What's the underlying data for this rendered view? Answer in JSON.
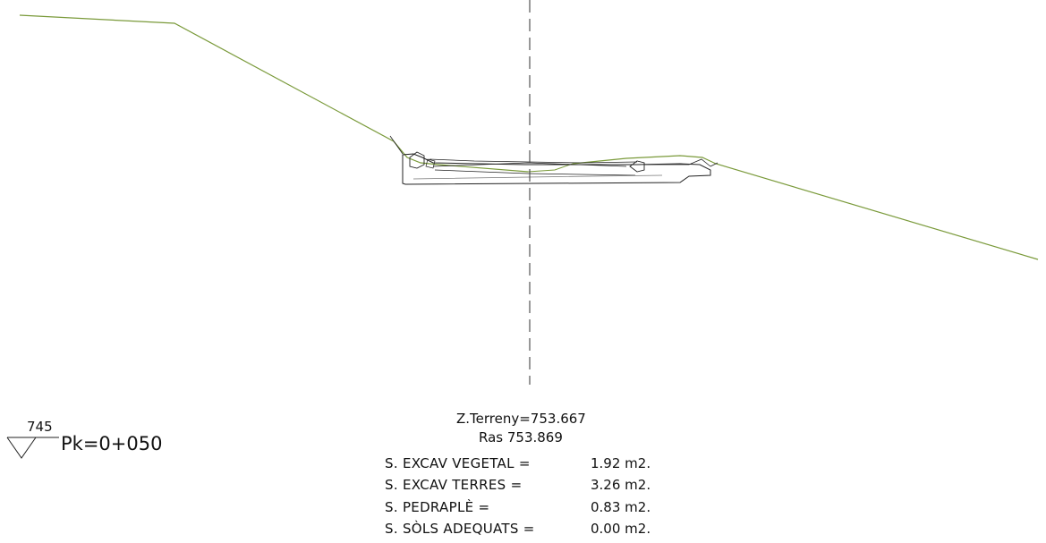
{
  "section": {
    "datum_level": "745",
    "pk": "Pk=0+050",
    "z_terreny": "Z.Terreny=753.667",
    "ras": "Ras 753.869"
  },
  "areas": [
    {
      "label": "S. EXCAV VEGETAL =",
      "value": "1.92 m2."
    },
    {
      "label": "S. EXCAV  TERRES =",
      "value": "3.26 m2."
    },
    {
      "label": "S. PEDRAPLÈ =",
      "value": "0.83 m2."
    },
    {
      "label": "S. SÒLS ADEQUATS =",
      "value": "0.00 m2."
    }
  ],
  "colors": {
    "terrain": "#7a9a3a",
    "structure": "#222222",
    "axis": "#444444"
  }
}
